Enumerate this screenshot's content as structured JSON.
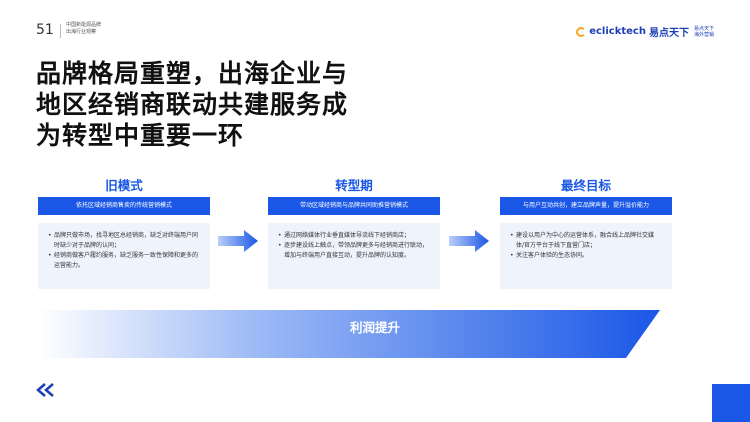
{
  "header": {
    "page_number": "51",
    "sub_line1": "中国新能源品牌",
    "sub_line2": "出海行业观察",
    "brand_name": "eclicktech",
    "brand_cn": "易点天下",
    "brand_tag_line1": "易点天下",
    "brand_tag_line2": "海外营销"
  },
  "title": {
    "line1": "品牌格局重塑，出海企业与",
    "line2": "地区经销商联动共建服务成",
    "line3": "为转型中重要一环"
  },
  "columns": [
    {
      "heading": "旧模式",
      "bar": "依托区域经销商售卖的传统营销模式",
      "bullets": [
        "品牌只做市场，找寻地区总经销商，缺乏对终端用户同时缺少对于品牌的认同；",
        "经销商做客户履约服务，缺乏服务一致性保障和更多的运营能力。"
      ]
    },
    {
      "heading": "转型期",
      "bar": "带动区域经销商与品牌共同助推营销模式",
      "bullets": [
        "通过网络媒体行业垂直媒体导流线下经销商店；",
        "逐步建设线上触点，带领品牌更多与经销商进行联动，增加与终端用户直接互动，提升品牌的认知度。"
      ]
    },
    {
      "heading": "最终目标",
      "bar": "与用户互动共创，建立品牌声量，提升溢价能力",
      "bullets": [
        "建设以用户为中心的运营体系，融合线上品牌社交媒体/官方平台于线下直营门店；",
        "关注客户体验的生态协同。"
      ]
    }
  ],
  "progress_label": "利润提升",
  "colors": {
    "accent": "#1a57e6",
    "box_bg": "#eef3fc",
    "brand": "#1a3fb7"
  }
}
